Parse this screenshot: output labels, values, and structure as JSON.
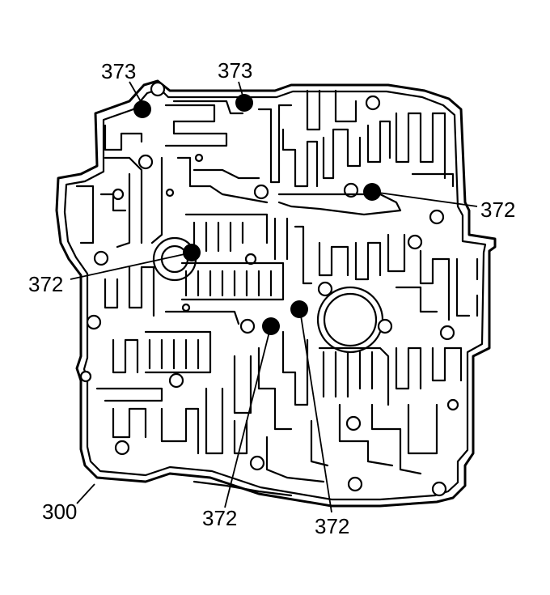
{
  "figure": {
    "callouts": [
      {
        "id": "c-373-left",
        "label": "373"
      },
      {
        "id": "c-373-right",
        "label": "373"
      },
      {
        "id": "c-372-right",
        "label": "372"
      },
      {
        "id": "c-372-left",
        "label": "372"
      },
      {
        "id": "c-372-bottom-a",
        "label": "372"
      },
      {
        "id": "c-372-bottom-b",
        "label": "372"
      },
      {
        "id": "c-300",
        "label": "300"
      }
    ]
  },
  "colors": {
    "line": "#000000",
    "background": "#ffffff"
  }
}
